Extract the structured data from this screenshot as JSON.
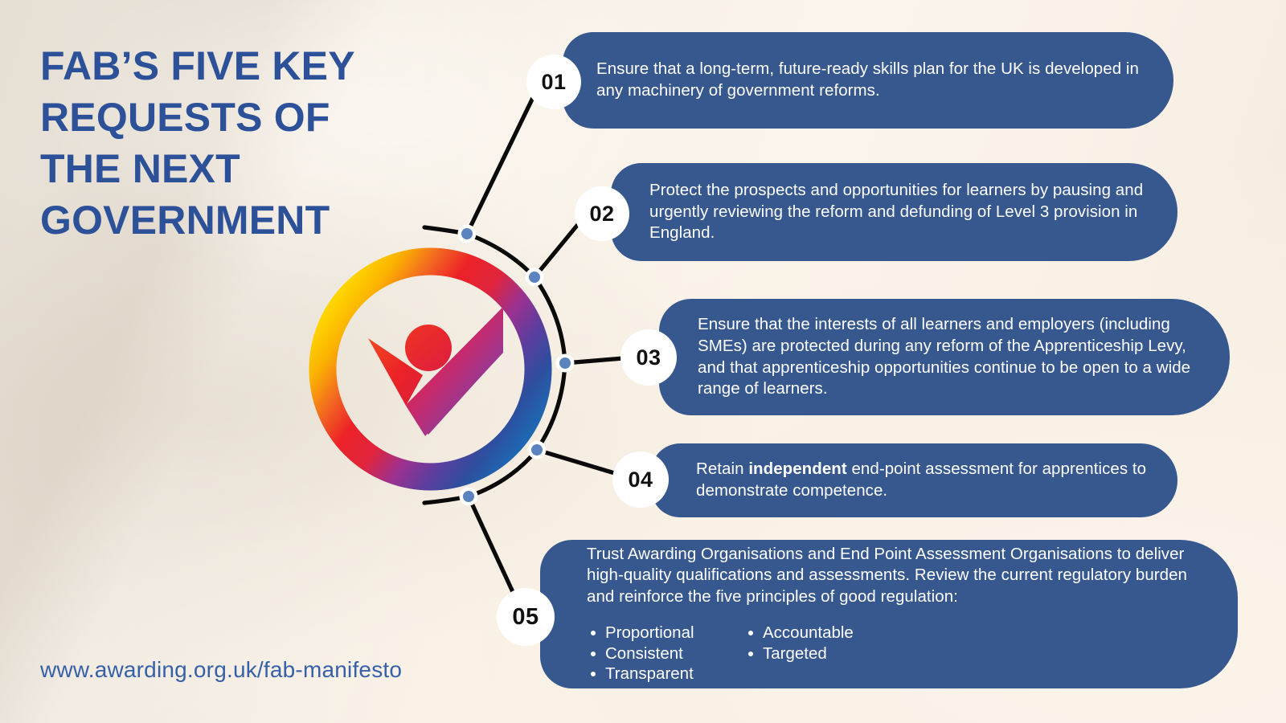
{
  "page": {
    "title": "FAB’S FIVE KEY REQUESTS OF THE NEXT GOVERNMENT",
    "url": "www.awarding.org.uk/fab-manifesto",
    "brand_color": "#2D5199",
    "box_color": "#36588F",
    "background_color": "#F5EDE2",
    "background_color_alt": "#E6DFD4",
    "dot_color": "#5A83C0",
    "logo_name": "fab-awarding-logo"
  },
  "items": [
    {
      "number": "01",
      "text": "Ensure that a long-term, future-ready skills plan for the UK is developed in any machinery of government reforms."
    },
    {
      "number": "02",
      "text": "Protect the prospects and opportunities for learners by pausing and urgently reviewing the reform and defunding of Level 3 provision in England."
    },
    {
      "number": "03",
      "text": "Ensure that the interests of all learners and employers (including SMEs) are protected during any reform of the Apprenticeship Levy, and that apprenticeship opportunities continue to be open to a wide range of learners."
    },
    {
      "number": "04",
      "text_before": "Retain ",
      "text_bold": "independent",
      "text_after": " end-point assessment for apprentices to demonstrate competence."
    },
    {
      "number": "05",
      "text": "Trust Awarding Organisations and End Point Assessment Organisations to deliver high-quality qualifications and assessments. Review the current regulatory burden and reinforce the five principles of good regulation:",
      "bullets_column_1": [
        "Proportional",
        "Consistent",
        "Transparent"
      ],
      "bullets_column_2": [
        "Accountable",
        "Targeted"
      ]
    }
  ]
}
